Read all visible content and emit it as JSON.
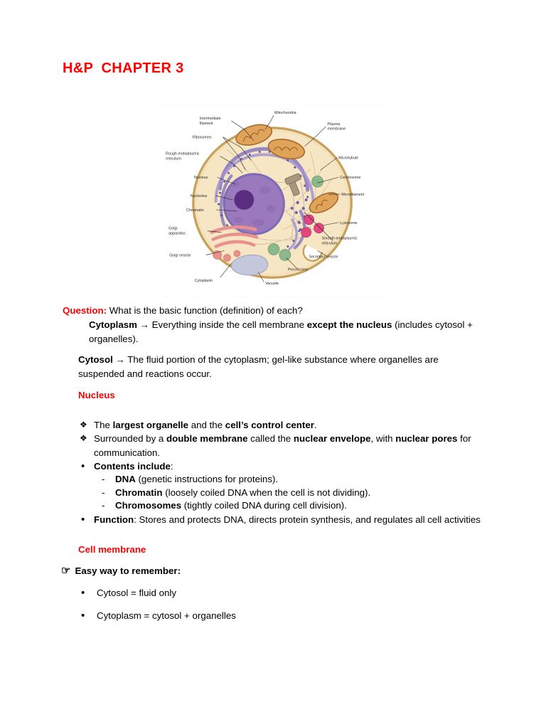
{
  "document": {
    "title": "H&P  CHAPTER 3",
    "accent_red": "#FF0000",
    "text_color": "#000000"
  },
  "figure": {
    "name": "animal-cell-diagram",
    "labels": {
      "mitochondria": "Mitochondria",
      "plasma_membrane_l1": "Plasma",
      "plasma_membrane_l2": "membrane",
      "intermediate_filament_l1": "Intermediate",
      "intermediate_filament_l2": "filament",
      "ribosomes": "Ribosomes",
      "rough_er_l1": "Rough endoplasmic",
      "rough_er_l2": "reticulum",
      "nucleus": "Nucleus",
      "nucleolus": "Nucleolus",
      "chromatin": "Chromatin",
      "golgi_apparatus_l1": "Golgi",
      "golgi_apparatus_l2": "apparatus",
      "golgi_vesicle": "Golgi vesicle",
      "cytoplasm": "Cytoplasm",
      "vacuole": "Vacuole",
      "microtubule": "Microtubule",
      "centrosome": "Centrosome",
      "microfilament": "Microfilament",
      "lysosome": "Lysosome",
      "smooth_er_l1": "Smooth endoplasmic",
      "smooth_er_l2": "reticulum",
      "secretory_vesicle": "Secretory vesicle",
      "peroxisome": "Peroxisome"
    },
    "colors": {
      "cytoplasm": "#f7e6c3",
      "membrane": "#c8a15a",
      "nucleus": "#9b79bd",
      "nucleus_envelope": "#7c6cb8",
      "nucleolus": "#5b2d82",
      "mitochondria": "#dfa35a",
      "mitochondria_outline": "#a9692a",
      "golgi": "#e8918f",
      "lysosome": "#e0487f",
      "peroxisome": "#8cb98c",
      "vacuole": "#c5c8dc",
      "centrosome": "#a8977e",
      "ribosome": "#6f6bb0",
      "rough_er": "#8f7fc0"
    }
  },
  "content": {
    "question_label": "Question:",
    "question_text": " What is the basic function (definition) of each?",
    "cytoplasm_def": {
      "term": "Cytoplasm",
      "arrow": " → ",
      "part1": "Everything inside the cell membrane ",
      "bold1": "except the nucleus",
      "part2": " (includes cytosol + organelles)."
    },
    "cytosol_def": {
      "term": "Cytosol",
      "arrow": " → ",
      "part1": "The fluid portion of the cytoplasm; gel-like substance where organelles are suspended and reactions occur."
    },
    "nucleus_heading": "Nucleus",
    "nucleus_items": [
      {
        "bullet": "❖",
        "bullet_type": "diamond",
        "segments": [
          {
            "text": "The ",
            "bold": false
          },
          {
            "text": "largest organelle",
            "bold": true
          },
          {
            "text": " and the ",
            "bold": false
          },
          {
            "text": "cell’s control center",
            "bold": true
          },
          {
            "text": ".",
            "bold": false
          }
        ]
      },
      {
        "bullet": "❖",
        "bullet_type": "diamond",
        "segments": [
          {
            "text": "Surrounded by a ",
            "bold": false
          },
          {
            "text": "double membrane",
            "bold": true
          },
          {
            "text": " called the ",
            "bold": false
          },
          {
            "text": "nuclear envelope",
            "bold": true
          },
          {
            "text": ", with ",
            "bold": false
          },
          {
            "text": "nuclear pores",
            "bold": true
          },
          {
            "text": " for communication.",
            "bold": false
          }
        ]
      },
      {
        "bullet": "•",
        "bullet_type": "dot",
        "segments": [
          {
            "text": "Contents include",
            "bold": true
          },
          {
            "text": ":",
            "bold": false
          }
        ],
        "sub_items": [
          {
            "dash": "-",
            "segments": [
              {
                "text": "DNA",
                "bold": true
              },
              {
                "text": " (genetic instructions for proteins).",
                "bold": false
              }
            ]
          },
          {
            "dash": "-",
            "segments": [
              {
                "text": "Chromatin",
                "bold": true
              },
              {
                "text": " (loosely coiled DNA when the cell is not dividing).",
                "bold": false
              }
            ]
          },
          {
            "dash": "-",
            "segments": [
              {
                "text": "Chromosomes",
                "bold": true
              },
              {
                "text": " (tightly coiled DNA during cell division).",
                "bold": false
              }
            ]
          }
        ]
      },
      {
        "bullet": "•",
        "bullet_type": "dot",
        "segments": [
          {
            "text": "Function",
            "bold": true
          },
          {
            "text": ": Stores and protects DNA, directs protein synthesis, and regulates all cell activities",
            "bold": false
          }
        ]
      }
    ],
    "cell_membrane_heading": "Cell membrane",
    "remember": {
      "icon": "☞",
      "icon_name": "pointing-hand-icon",
      "label": "Easy way to remember:",
      "items": [
        {
          "bullet": "•",
          "text": "Cytosol = fluid only"
        },
        {
          "bullet": "•",
          "text": "Cytoplasm = cytosol + organelles"
        }
      ]
    }
  }
}
